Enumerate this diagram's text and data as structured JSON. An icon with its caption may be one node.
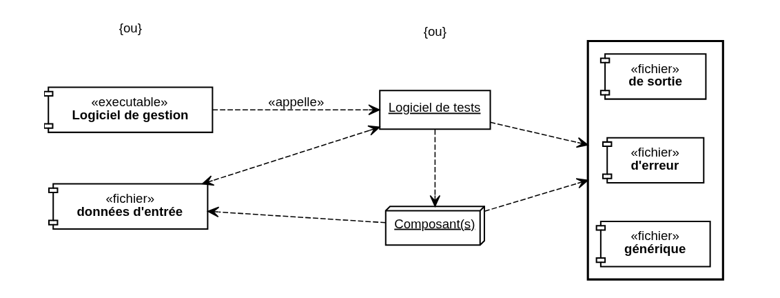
{
  "diagram": {
    "nodes": [
      {
        "text": [
          "«executable»",
          "Logiciel de gestion"
        ]
      },
      {
        "text": [
          "Logiciel de tests"
        ]
      },
      {
        "text": [
          "«fichier»",
          "données d'entrée"
        ]
      },
      {
        "text": [
          "Composant(s)"
        ]
      },
      {
        "text": [],
        "shape": "box"
      },
      {
        "text": [
          "«fichier»",
          "de sortie"
        ],
        "in": 4
      },
      {
        "text": [
          "«fichier»",
          "d'erreur"
        ],
        "in": 4
      },
      {
        "text": [
          "«fichier»",
          "générique"
        ],
        "in": 4
      }
    ],
    "edges": [
      {
        "from": 0,
        "to": 1,
        "arrow": "to",
        "style": "dashed",
        "label": "«appelle»"
      },
      {
        "from": 1,
        "to": 2,
        "arrow": "both",
        "style": "dashed"
      },
      {
        "from": 3,
        "to": 2,
        "arrow": "to",
        "style": "dashed"
      },
      {
        "from": 1,
        "to": 3,
        "arrow": "to",
        "style": "dashed"
      },
      {
        "from": 1,
        "to": 4,
        "arrow": "to",
        "style": "dashed"
      },
      {
        "from": 3,
        "to": 4,
        "arrow": "to",
        "style": "dashed"
      }
    ],
    "labels": [
      "{ou}",
      "{ou}"
    ]
  }
}
